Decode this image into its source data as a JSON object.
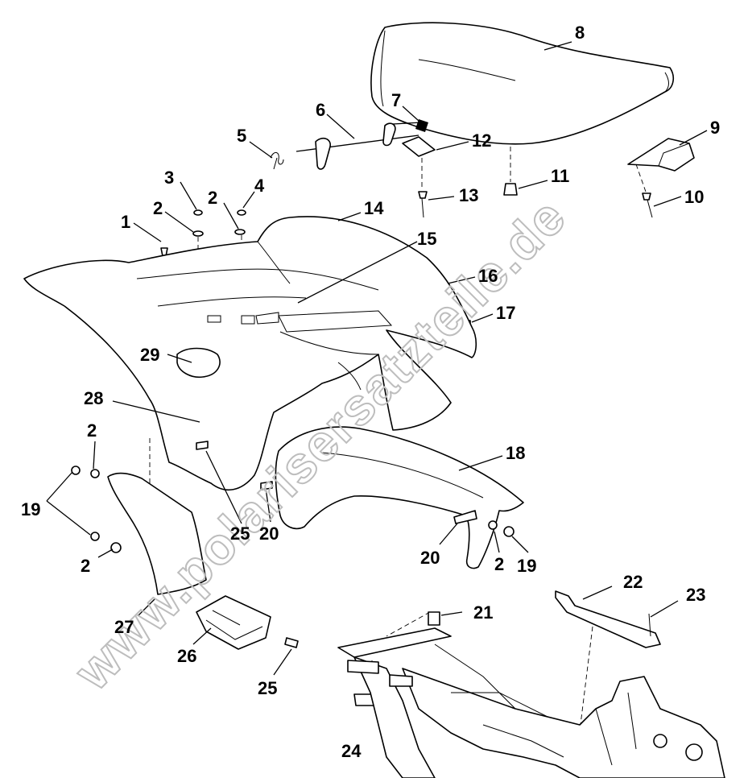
{
  "watermark": "www.polarisersatzteile.de",
  "callouts": [
    {
      "id": "c1",
      "label": "1"
    },
    {
      "id": "c2a",
      "label": "2"
    },
    {
      "id": "c2b",
      "label": "2"
    },
    {
      "id": "c3",
      "label": "3"
    },
    {
      "id": "c4",
      "label": "4"
    },
    {
      "id": "c5",
      "label": "5"
    },
    {
      "id": "c6",
      "label": "6"
    },
    {
      "id": "c7",
      "label": "7"
    },
    {
      "id": "c8",
      "label": "8"
    },
    {
      "id": "c9",
      "label": "9"
    },
    {
      "id": "c10",
      "label": "10"
    },
    {
      "id": "c11",
      "label": "11"
    },
    {
      "id": "c12",
      "label": "12"
    },
    {
      "id": "c13",
      "label": "13"
    },
    {
      "id": "c14",
      "label": "14"
    },
    {
      "id": "c15",
      "label": "15"
    },
    {
      "id": "c16",
      "label": "16"
    },
    {
      "id": "c17",
      "label": "17"
    },
    {
      "id": "c18",
      "label": "18"
    },
    {
      "id": "c19a",
      "label": "19"
    },
    {
      "id": "c19b",
      "label": "19"
    },
    {
      "id": "c2c",
      "label": "2"
    },
    {
      "id": "c2d",
      "label": "2"
    },
    {
      "id": "c2e",
      "label": "2"
    },
    {
      "id": "c20a",
      "label": "20"
    },
    {
      "id": "c20b",
      "label": "20"
    },
    {
      "id": "c21",
      "label": "21"
    },
    {
      "id": "c22",
      "label": "22"
    },
    {
      "id": "c23",
      "label": "23"
    },
    {
      "id": "c24",
      "label": "24"
    },
    {
      "id": "c25a",
      "label": "25"
    },
    {
      "id": "c25b",
      "label": "25"
    },
    {
      "id": "c26",
      "label": "26"
    },
    {
      "id": "c27",
      "label": "27"
    },
    {
      "id": "c28",
      "label": "28"
    },
    {
      "id": "c29",
      "label": "29"
    }
  ]
}
